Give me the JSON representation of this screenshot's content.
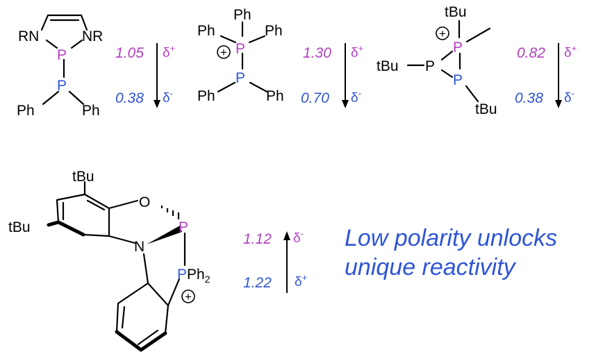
{
  "colors": {
    "magenta": "#b23fbf",
    "blue": "#2f55d4",
    "black": "#000000"
  },
  "molecules": [
    {
      "id": "nhp-phosphine",
      "groups": {
        "rn_left": "RN",
        "rn_right": "NR",
        "p_top": "P",
        "p_bottom": "P",
        "ph_left": "Ph",
        "ph_right": "Ph"
      },
      "charges": {
        "upper": "1.05",
        "lower": "0.38"
      },
      "deltas": {
        "upper": "δ+",
        "lower": "δ-"
      },
      "arrow_direction": "down"
    },
    {
      "id": "phosphinophosphonium",
      "groups": {
        "ph_top": "Ph",
        "ph_upper_left": "Ph",
        "ph_upper_right": "Ph",
        "p_top": "P",
        "p_bottom": "P",
        "ph_lower_left": "Ph",
        "ph_lower_right": "Ph",
        "plus": "+"
      },
      "charges": {
        "upper": "1.30",
        "lower": "0.70"
      },
      "deltas": {
        "upper": "δ+",
        "lower": "δ-"
      },
      "arrow_direction": "down"
    },
    {
      "id": "triphosphirenium",
      "groups": {
        "tbu_top": "tBu",
        "tbu_left": "tBu",
        "tbu_bottom": "tBu",
        "p_top": "P",
        "p_left": "P",
        "p_bottom": "P",
        "plus": "+"
      },
      "charges": {
        "upper": "0.82",
        "lower": "0.38"
      },
      "deltas": {
        "upper": "δ+",
        "lower": "δ-"
      },
      "arrow_direction": "down"
    },
    {
      "id": "pnp-cation",
      "groups": {
        "tbu_top": "tBu",
        "tbu_left": "tBu",
        "o": "O",
        "n": "N",
        "p_top": "P",
        "p_bottom": "P",
        "ph2": "Ph",
        "ph2_sub": "2",
        "plus": "+"
      },
      "charges": {
        "upper": "1.12",
        "lower": "1.22"
      },
      "deltas": {
        "upper": "δ-",
        "lower": "δ+"
      },
      "arrow_direction": "up"
    }
  ],
  "tagline": {
    "line1": "Low polarity unlocks",
    "line2": "unique reactivity"
  }
}
